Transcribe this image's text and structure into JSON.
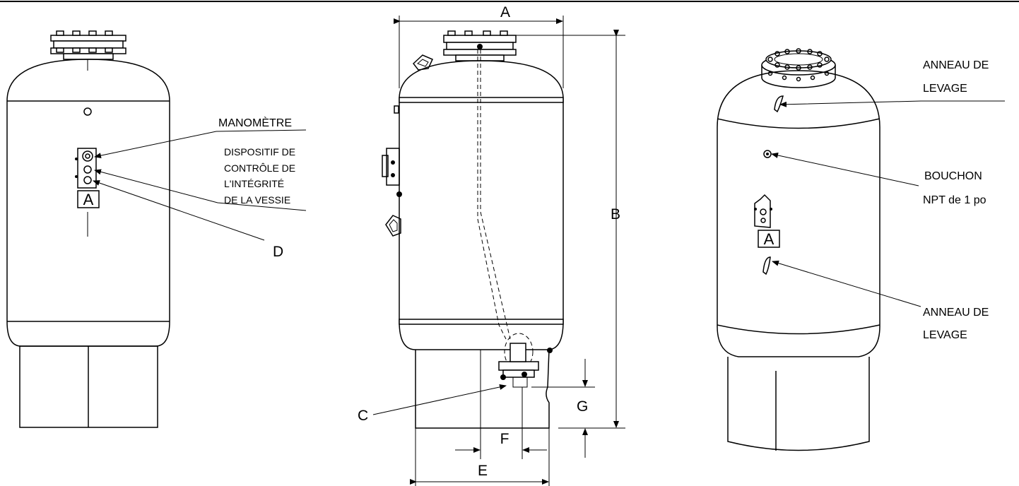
{
  "left_view": {
    "callout_manometre": "MANOMÈTRE",
    "callout_bladder_l1": "DISPOSITIF DE",
    "callout_bladder_l2": "CONTRÔLE DE",
    "callout_bladder_l3": "L'INTÉGRITÉ",
    "callout_bladder_l4": "DE LA VESSIE",
    "callout_d": "D",
    "plate_letter": "A"
  },
  "center_view": {
    "dim_a": "A",
    "dim_b": "B",
    "dim_c": "C",
    "dim_e": "E",
    "dim_f": "F",
    "dim_g": "G"
  },
  "right_view": {
    "lifting_ring_top_l1": "ANNEAU DE",
    "lifting_ring_top_l2": "LEVAGE",
    "plug_l1": "BOUCHON",
    "plug_l2": "NPT de 1 po",
    "lifting_ring_bottom_l1": "ANNEAU DE",
    "lifting_ring_bottom_l2": "LEVAGE",
    "plate_letter": "A"
  }
}
